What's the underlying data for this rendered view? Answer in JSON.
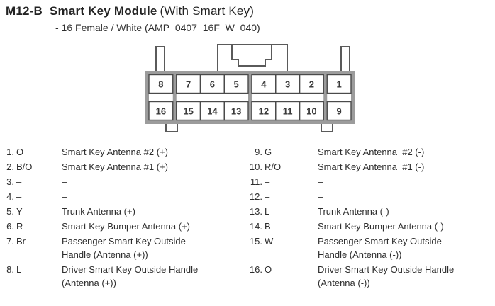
{
  "header": {
    "connector_code": "M12-B",
    "module_name": "Smart Key Module",
    "title_suffix": "(With Smart Key)",
    "subtitle": "- 16 Female / White (AMP_0407_16F_W_040)"
  },
  "connector": {
    "pins_top": [
      "8",
      "7",
      "6",
      "5",
      "4",
      "3",
      "2",
      "1"
    ],
    "pins_bottom": [
      "16",
      "15",
      "14",
      "13",
      "12",
      "11",
      "10",
      "9"
    ],
    "frame_color": "#9c9c9c",
    "cell_line_color": "#4a4a4a",
    "pin_text_color": "#3a3a3a",
    "outline_color": "#5a5a5a"
  },
  "pin_list": {
    "left": [
      {
        "num": "1.",
        "color": "O",
        "desc": "Smart Key Antenna #2 (+)"
      },
      {
        "num": "2.",
        "color": "B/O",
        "desc": "Smart Key Antenna #1 (+)"
      },
      {
        "num": "3.",
        "color": "–",
        "desc": "–"
      },
      {
        "num": "4.",
        "color": "–",
        "desc": "–"
      },
      {
        "num": "5.",
        "color": "Y",
        "desc": "Trunk Antenna (+)"
      },
      {
        "num": "6.",
        "color": "R",
        "desc": "Smart Key Bumper Antenna (+)"
      },
      {
        "num": "7.",
        "color": "Br",
        "desc": "Passenger Smart Key Outside\nHandle (Antenna (+))"
      },
      {
        "num": "8.",
        "color": "L",
        "desc": "Driver Smart Key Outside Handle\n(Antenna (+))"
      }
    ],
    "right": [
      {
        "num": "9.",
        "color": "G",
        "desc": "Smart Key Antenna  #2 (-)"
      },
      {
        "num": "10.",
        "color": "R/O",
        "desc": "Smart Key Antenna  #1 (-)"
      },
      {
        "num": "11.",
        "color": "–",
        "desc": "–"
      },
      {
        "num": "12.",
        "color": "–",
        "desc": "–"
      },
      {
        "num": "13.",
        "color": "L",
        "desc": "Trunk Antenna (-)"
      },
      {
        "num": "14.",
        "color": "B",
        "desc": "Smart Key Bumper Antenna (-)"
      },
      {
        "num": "15.",
        "color": "W",
        "desc": "Passenger Smart Key Outside\nHandle (Antenna (-))"
      },
      {
        "num": "16.",
        "color": "O",
        "desc": "Driver Smart Key Outside Handle\n(Antenna (-))"
      }
    ]
  }
}
